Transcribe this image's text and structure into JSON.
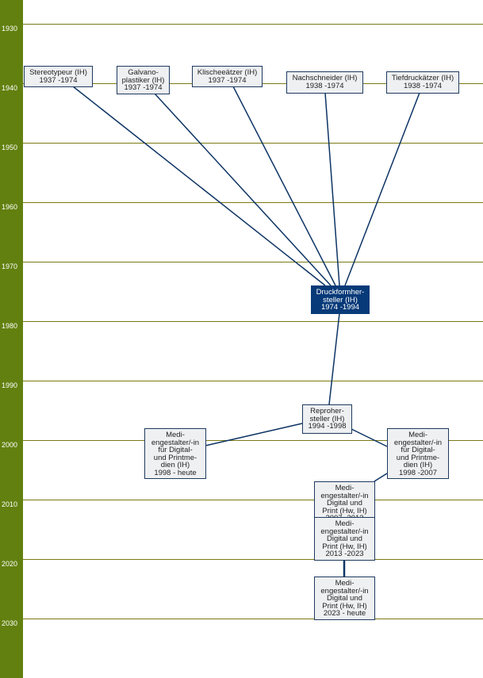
{
  "timeline": {
    "years": [
      "1930",
      "1940",
      "1950",
      "1960",
      "1970",
      "1980",
      "1990",
      "2000",
      "2010",
      "2020",
      "2030"
    ]
  },
  "colors": {
    "sidebar": "#62800f",
    "link": "#0d3464",
    "current": "#073a78"
  },
  "professions": [
    {
      "id": "stereo",
      "label": "Stereotypeur (IH)\n1937 -1974"
    },
    {
      "id": "galvano",
      "label": "Galvano-\nplastiker (IH)\n1937 -1974"
    },
    {
      "id": "klischee",
      "label": "Klischeeätzer (IH)\n1937 -1974"
    },
    {
      "id": "nach",
      "label": "Nachschneider (IH)\n1938 -1974"
    },
    {
      "id": "tief",
      "label": "Tiefdruckätzer (IH)\n1938 -1974"
    },
    {
      "id": "druck",
      "label": "Druckformher-\nsteller (IH)\n1974 -1994"
    },
    {
      "id": "repro",
      "label": "Reproher-\nsteller (IH)\n1994 -1998"
    },
    {
      "id": "medi_left",
      "label": "Medi-\nengestalter/-in\nfür Digital-\nund Printme-\ndien  (IH)\n1998 - heute"
    },
    {
      "id": "medi_right",
      "label": "Medi-\nengestalter/-in\nfür Digital-\nund Printme-\ndien  (IH)\n1998 -2007"
    },
    {
      "id": "medi_2007",
      "label": "Medi-\nengestalter/-in\nDigital und\nPrint (Hw, IH)\n2007 -2013"
    },
    {
      "id": "medi_2013",
      "label": "Medi-\nengestalter/-in\nDigital und\nPrint (Hw, IH)\n2013 -2023"
    },
    {
      "id": "medi_2023",
      "label": "Medi-\nengestalter/-in\nDigital und\nPrint (Hw, IH)\n2023 - heute"
    }
  ]
}
